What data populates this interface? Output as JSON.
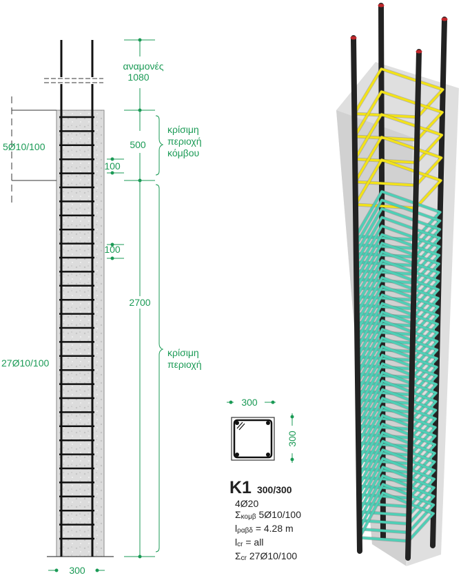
{
  "elevation": {
    "anamones_label": "αναμονές",
    "anamones_value": "1080",
    "node_zone_value": "500",
    "node_zone_label": [
      "κρίσιμη",
      "περιοχή",
      "κόμβου"
    ],
    "node_spacing": "100",
    "critical_spacing": "100",
    "critical_value": "2700",
    "critical_label": [
      "κρίσιμη",
      "περιοχή"
    ],
    "node_ties": "5Ø10/100",
    "critical_ties": "27Ø10/100",
    "width": "300"
  },
  "section": {
    "width": "300",
    "height": "300"
  },
  "info": {
    "name": "K1",
    "dims": "300/300",
    "bars": "4Ø20",
    "node_ties_symbol": "Σ",
    "node_ties_sub": "κομβ",
    "node_ties_value": "5Ø10/100",
    "bar_length_symbol": "l",
    "bar_length_sub": "ραβδ",
    "bar_length_value": "= 4.28 m",
    "lcr_symbol": "l",
    "lcr_sub": "cr",
    "lcr_value": "= all",
    "scr_symbol": "Σ",
    "scr_sub": "cr",
    "scr_value": "27Ø10/100"
  },
  "colors": {
    "dim": "#1a9a55",
    "yellow_tie": "#f2e21a",
    "teal_tie": "#4fcfb6",
    "rebar": "#222222",
    "concrete": "#d9d9d9"
  }
}
